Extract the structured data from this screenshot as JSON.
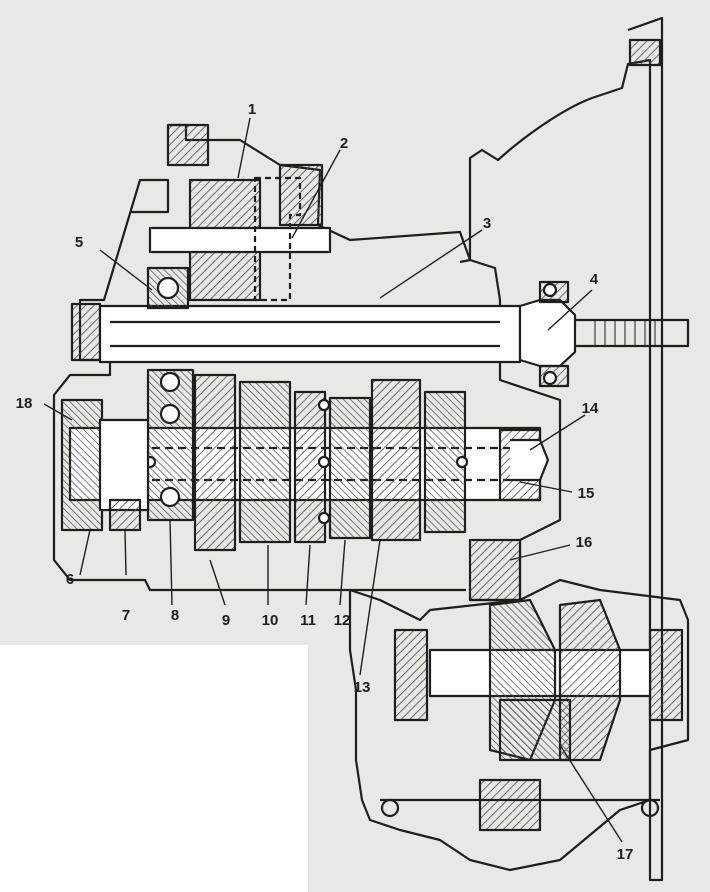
{
  "diagram": {
    "callouts": [
      {
        "id": "c1",
        "text": "1"
      },
      {
        "id": "c2",
        "text": "2"
      },
      {
        "id": "c3",
        "text": "3"
      },
      {
        "id": "c4",
        "text": "4"
      },
      {
        "id": "c5",
        "text": "5"
      },
      {
        "id": "c6",
        "text": "6"
      },
      {
        "id": "c7",
        "text": "7"
      },
      {
        "id": "c8",
        "text": "8"
      },
      {
        "id": "c9",
        "text": "9"
      },
      {
        "id": "c10",
        "text": "10"
      },
      {
        "id": "c11",
        "text": "11"
      },
      {
        "id": "c12",
        "text": "12"
      },
      {
        "id": "c13",
        "text": "13"
      },
      {
        "id": "c14",
        "text": "14"
      },
      {
        "id": "c15",
        "text": "15"
      },
      {
        "id": "c16",
        "text": "16"
      },
      {
        "id": "c17",
        "text": "17"
      },
      {
        "id": "c18",
        "text": "18"
      }
    ],
    "colors": {
      "paper": "#e9e8e5",
      "ink": "#1e1e1e",
      "hatch": "#4a4a4a",
      "blank": "#ffffff"
    }
  }
}
